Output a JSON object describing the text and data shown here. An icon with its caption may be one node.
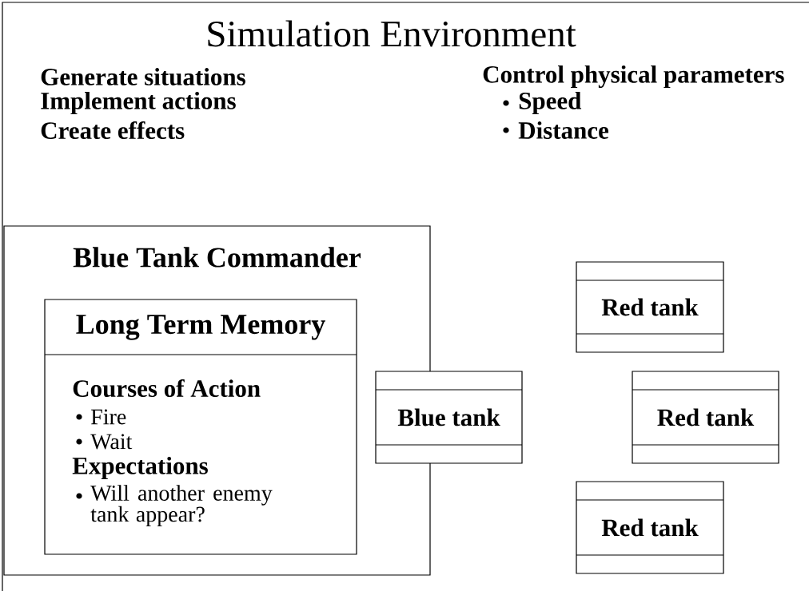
{
  "diagram": {
    "nodes": [
      {
        "text": [
          "Simulation Environment",
          "Generate situations",
          "Implement actions",
          "Create effects",
          "Control physical parameters",
          "Speed",
          "Distance"
        ]
      },
      {
        "text": [
          "Blue Tank Commander"
        ],
        "in": 0
      },
      {
        "text": [
          "Long Term Memory",
          "Courses of Action",
          "Fire",
          "Wait",
          "Expectations",
          "Will another enemy tank appear?"
        ],
        "in": 1
      },
      {
        "text": [
          "Blue tank"
        ],
        "in": 0
      },
      {
        "text": [
          "Red tank"
        ],
        "in": 0
      },
      {
        "text": [
          "Red tank"
        ],
        "in": 0
      },
      {
        "text": [
          "Red tank"
        ],
        "in": 0
      }
    ]
  }
}
